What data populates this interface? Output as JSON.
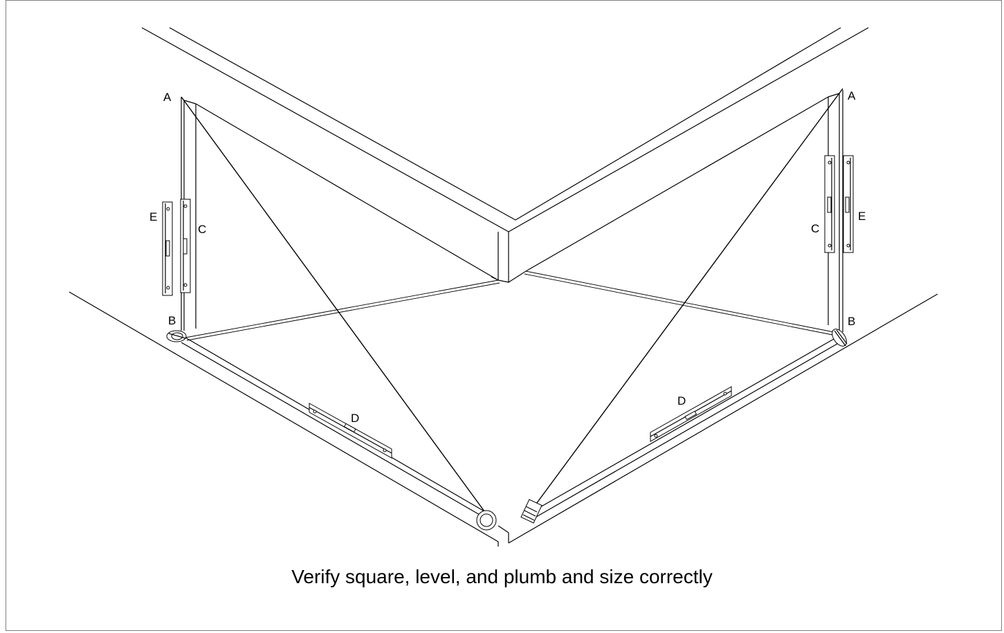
{
  "caption": "Verify square, level, and plumb and size correctly",
  "labels": {
    "a_left": "A",
    "a_right": "A",
    "b_left": "B",
    "b_right": "B",
    "c_left": "C",
    "c_right": "C",
    "d_left": "D",
    "d_right": "D",
    "e_left": "E",
    "e_right": "E"
  },
  "colors": {
    "line": "#000000",
    "background": "#ffffff",
    "border": "#7f7f7f"
  }
}
